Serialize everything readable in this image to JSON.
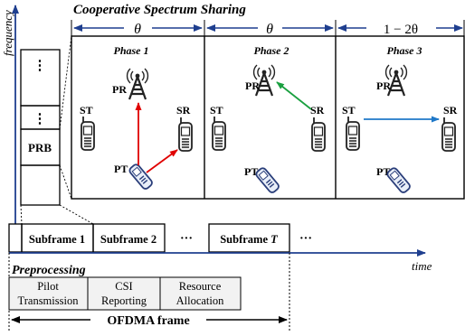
{
  "title": "Cooperative Spectrum Sharing",
  "durations": [
    "θ",
    "θ",
    "1 − 2θ"
  ],
  "phases": [
    {
      "label": "Phase 1",
      "nodes": {
        "pr": "PR",
        "st": "ST",
        "sr": "SR",
        "pt": "PT"
      }
    },
    {
      "label": "Phase 2",
      "nodes": {
        "pr": "PR",
        "st": "ST",
        "sr": "SR",
        "pt": "PT"
      }
    },
    {
      "label": "Phase 3",
      "nodes": {
        "pr": "PR",
        "st": "ST",
        "sr": "SR",
        "pt": "PT"
      }
    }
  ],
  "y_axis_label": "frequency",
  "x_axis_label": "time",
  "prb_label": "PRB",
  "dots": "⋮",
  "subframes": {
    "s1": "Subframe 1",
    "s2": "Subframe 2",
    "ellipsis": "···",
    "sT_prefix": "Subframe ",
    "sT_var": "T",
    "ellipsis2": "···"
  },
  "preprocessing": {
    "title": "Preprocessing",
    "steps": [
      {
        "line1": "Pilot",
        "line2": "Transmission"
      },
      {
        "line1": "CSI",
        "line2": "Reporting"
      },
      {
        "line1": "Resource",
        "line2": "Allocation"
      }
    ]
  },
  "frame_label": "OFDMA frame",
  "colors": {
    "phase1": "#e00000",
    "phase2": "#1aa040",
    "phase3": "#1f78c8"
  }
}
